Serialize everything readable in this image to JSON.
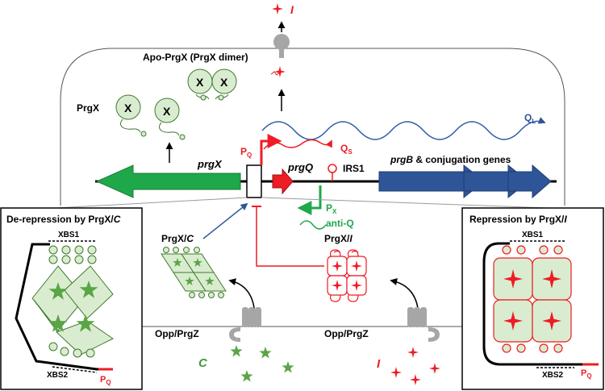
{
  "labels": {
    "apo_prgx": "Apo-PrgX (PrgX dimer)",
    "prgx_protein": "PrgX",
    "monomer_letter": "X",
    "prgx_gene": "prgX",
    "prgq_gene": "prgQ",
    "pq": "P",
    "pq_sub": "Q",
    "qs": "Q",
    "qs_sub": "S",
    "ql": "Q",
    "ql_sub": "L",
    "irs1": "IRS1",
    "prgb_gene": "prgB",
    "prgb_rest": " & conjugation genes",
    "px": "P",
    "px_sub": "X",
    "anti_q": "anti-Q",
    "prgx_c_main": "PrgX/",
    "prgx_c_it": "C",
    "prgx_i_main": "PrgX/",
    "prgx_i_it": "I",
    "opp_left": "Opp/PrgZ",
    "opp_right": "Opp/PrgZ",
    "c_pheromone": "C",
    "i_inhibitor": "I",
    "i_top": "I",
    "derep_title_main": "De-repression by PrgX/",
    "derep_title_it": "C",
    "rep_title_main": "Repression by PrgX/",
    "rep_title_it": "I",
    "xbs1_left": "XBS1",
    "xbs2_left": "XBS2",
    "pq_left": "P",
    "pq_left_sub": "Q",
    "xbs1_right": "XBS1",
    "xbs2_right": "XBS2",
    "pq_right": "P",
    "pq_right_sub": "Q"
  },
  "colors": {
    "green_dark": "#1fa84a",
    "green_fill": "#d9ecd0",
    "green_line": "#3f7a2c",
    "star_green": "#5aa544",
    "red": "#ee1c24",
    "blue": "#2e5597",
    "blue_wave": "#2f5ea8",
    "grey": "#a6a6a6"
  }
}
